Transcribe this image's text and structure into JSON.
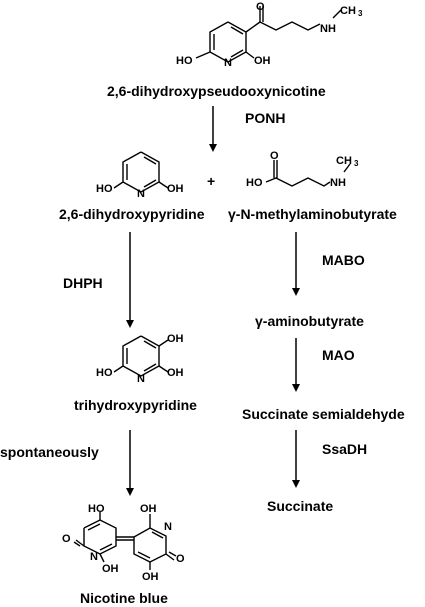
{
  "compounds": {
    "c1": "2,6-dihydroxypseudooxynicotine",
    "c2": "2,6-dihydroxypyridine",
    "c3": "γ-N-methylaminobutyrate",
    "c4": "trihydroxypyridine",
    "c5": "γ-aminobutyrate",
    "c6": "Succinate semialdehyde",
    "c7": "Succinate",
    "c8": "Nicotine blue"
  },
  "enzymes": {
    "ponh": "PONH",
    "mabo": "MABO",
    "dhph": "DHPH",
    "mao": "MAO",
    "spont": "spontaneously",
    "ssadh": "SsaDH"
  },
  "plus": "+",
  "atoms": {
    "O": "O",
    "N": "N",
    "NH": "NH",
    "OH": "OH",
    "HO": "HO",
    "CH": "CH",
    "three": "3"
  }
}
